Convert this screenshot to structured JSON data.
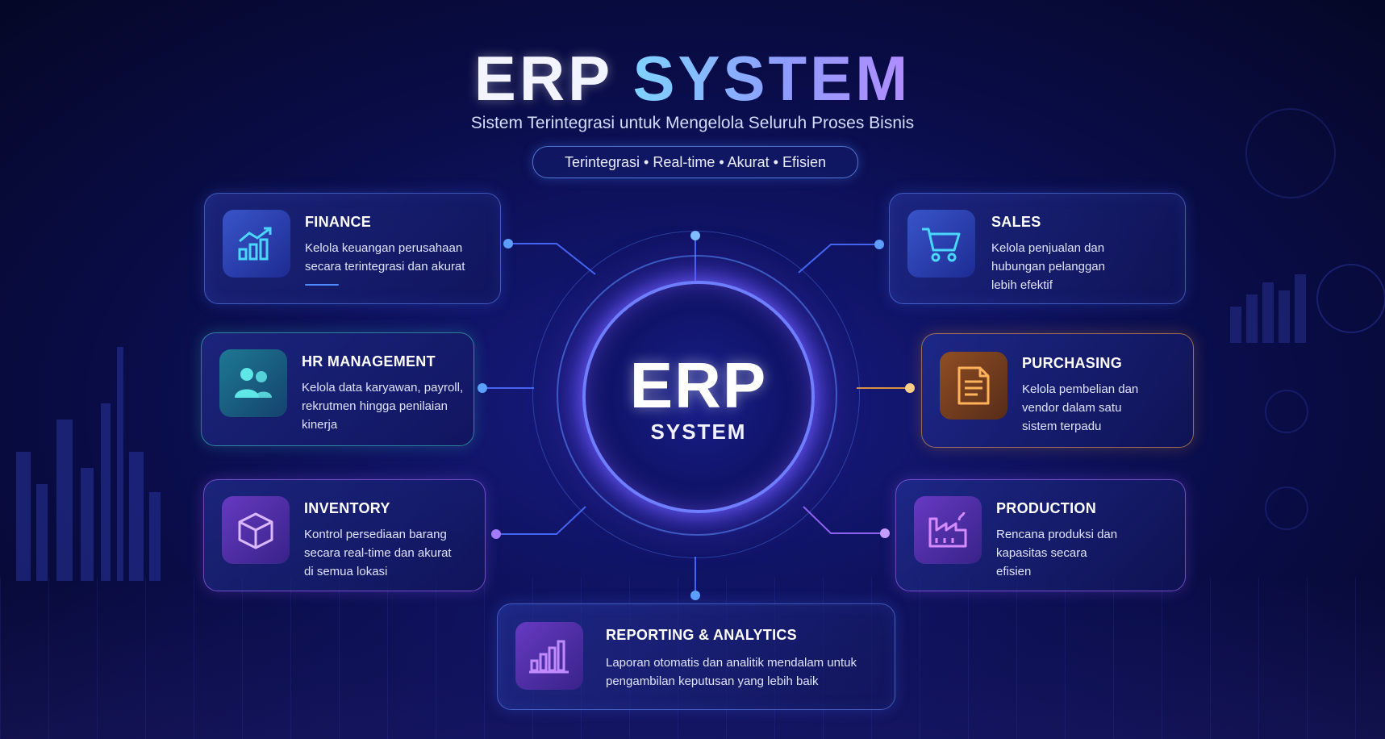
{
  "header": {
    "title_part1": "ERP",
    "title_part2": "SYSTEM",
    "subtitle": "Sistem Terintegrasi untuk Mengelola Seluruh Proses Bisnis",
    "tags": "Terintegrasi • Real-time • Akurat • Efisien"
  },
  "hub": {
    "title": "ERP",
    "subtitle": "SYSTEM"
  },
  "modules": {
    "finance": {
      "title": "FINANCE",
      "line1": "Kelola keuangan perusahaan",
      "line2": "secara terintegrasi dan akurat",
      "icon": "chart-growth-icon"
    },
    "hr": {
      "title": "HR MANAGEMENT",
      "line1": "Kelola data karyawan, payroll,",
      "line2": "rekrutmen hingga penilaian",
      "line3": "kinerja",
      "icon": "users-icon"
    },
    "inventory": {
      "title": "INVENTORY",
      "line1": "Kontrol persediaan barang",
      "line2": "secara real-time dan akurat",
      "line3": "di semua lokasi",
      "icon": "box-icon"
    },
    "sales": {
      "title": "SALES",
      "line1": "Kelola penjualan dan",
      "line2": "hubungan pelanggan",
      "line3": "lebih efektif",
      "icon": "cart-icon"
    },
    "purchasing": {
      "title": "PURCHASING",
      "line1": "Kelola pembelian dan",
      "line2": "vendor dalam satu",
      "line3": "sistem terpadu",
      "icon": "document-icon"
    },
    "production": {
      "title": "PRODUCTION",
      "line1": "Rencana produksi dan",
      "line2": "kapasitas secara",
      "line3": "efisien",
      "icon": "factory-icon"
    },
    "reporting": {
      "title": "REPORTING & ANALYTICS",
      "line1": "Laporan otomatis dan analitik mendalam untuk",
      "line2": "pengambilan keputusan yang lebih baik",
      "icon": "bar-chart-icon"
    }
  },
  "colors": {
    "background": "#0a0d4a",
    "accent_blue": "#4d8bff",
    "accent_purple": "#9b6bff",
    "accent_teal": "#3fd0d0",
    "accent_orange": "#f0a040"
  }
}
